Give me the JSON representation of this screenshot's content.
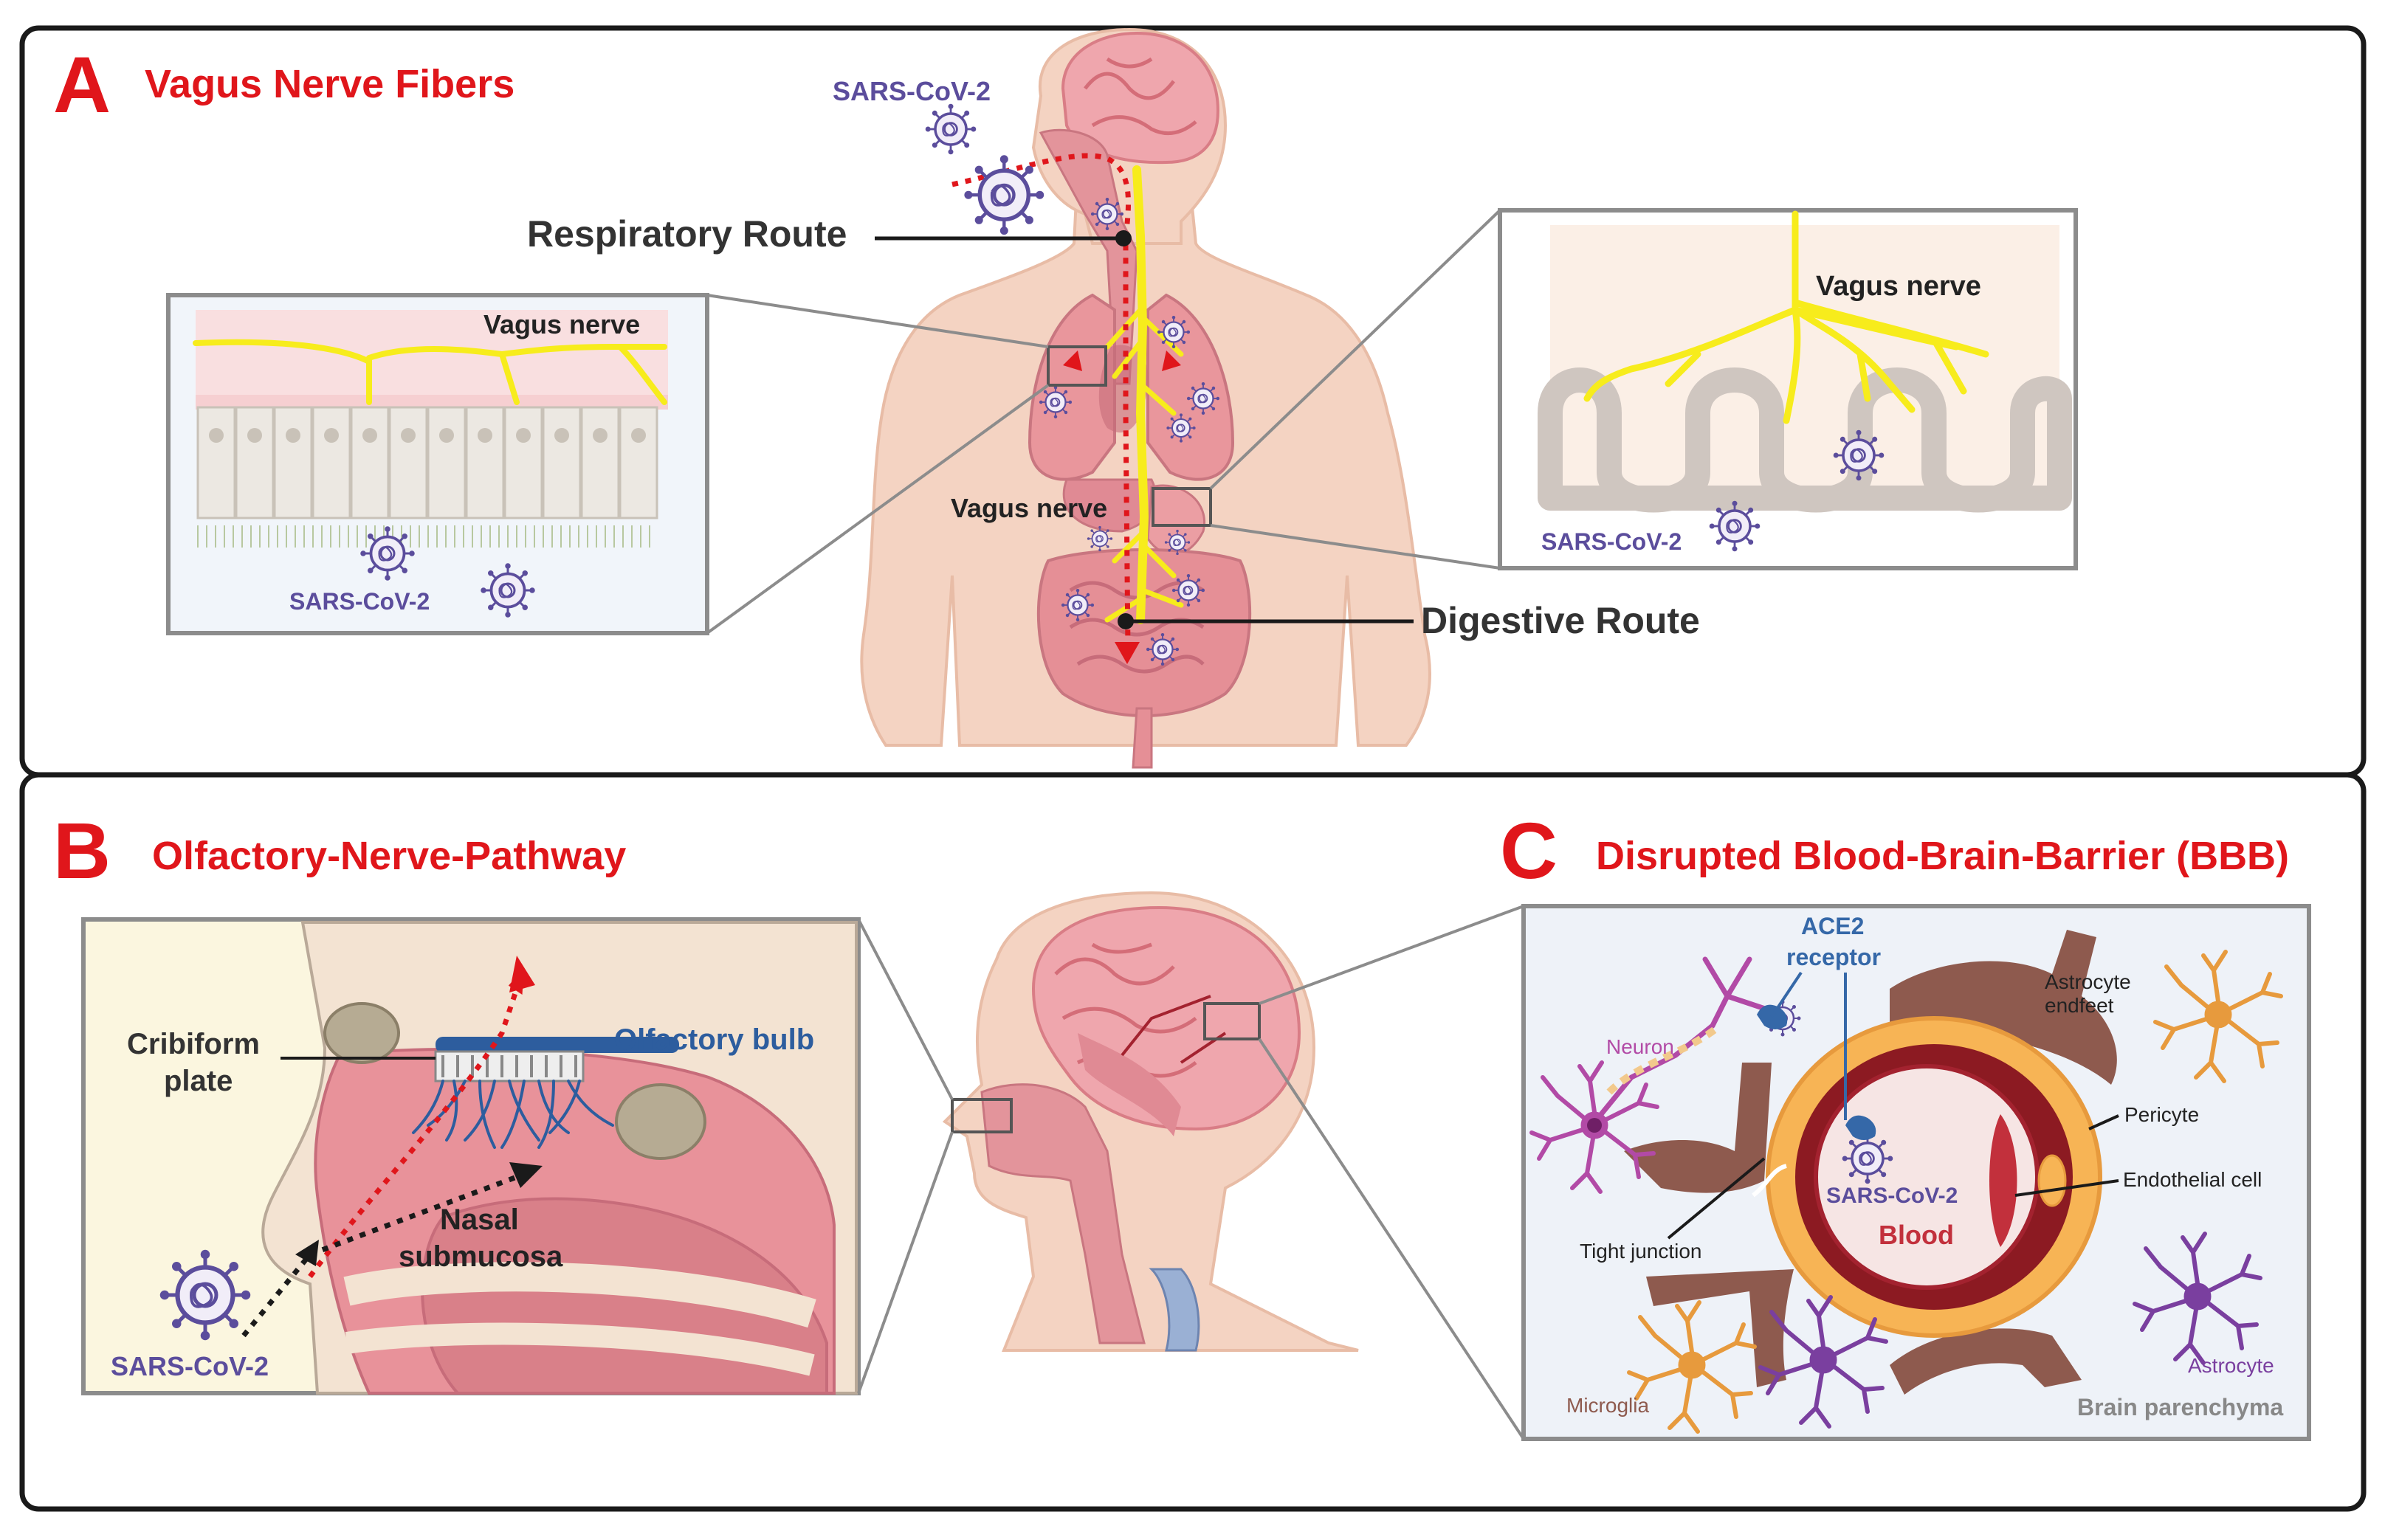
{
  "panels": {
    "a": {
      "letter": "A",
      "title": "Vagus Nerve Fibers",
      "virus_label_top": "SARS-CoV-2",
      "respiratory_route": "Respiratory Route",
      "digestive_route": "Digestive Route",
      "vagus_center": "Vagus nerve",
      "inset_left": {
        "vagus": "Vagus nerve",
        "virus": "SARS-CoV-2"
      },
      "inset_right": {
        "vagus": "Vagus nerve",
        "virus": "SARS-CoV-2"
      }
    },
    "b": {
      "letter": "B",
      "title": "Olfactory-Nerve-Pathway",
      "cribiform_1": "Cribiform",
      "cribiform_2": "plate",
      "olfactory_bulb": "Olfactory bulb",
      "nasal_1": "Nasal",
      "nasal_2": "submucosa",
      "virus": "SARS-CoV-2"
    },
    "c": {
      "letter": "C",
      "title": "Disrupted Blood-Brain-Barrier (BBB)",
      "ace2_1": "ACE2",
      "ace2_2": "receptor",
      "neuron": "Neuron",
      "astrocyte_endfeet_1": "Astrocyte",
      "astrocyte_endfeet_2": "endfeet",
      "pericyte": "Pericyte",
      "endothelial": "Endothelial cell",
      "tight_junction": "Tight junction",
      "virus": "SARS-CoV-2",
      "blood": "Blood",
      "microglia": "Microglia",
      "astrocyte": "Astrocyte",
      "brain_parenchyma": "Brain parenchyma"
    }
  },
  "colors": {
    "title_red": "#e0161b",
    "virus_purple": "#5b4d9c",
    "nerve_yellow": "#f7ec1c",
    "skin": "#f4d3c2",
    "organ_pink": "#e9969c",
    "route_red": "#e0161b",
    "olfactory_blue": "#2d5d9e",
    "ace2_blue": "#3568a8",
    "vessel_dark": "#8c1a22",
    "vessel_orange": "#f7b455",
    "astro_brown": "#8e5a4e",
    "neuron_magenta": "#b24aa6",
    "microglia_orange": "#e79a3d",
    "astrocyte_purple": "#7a3f9f",
    "frame": "#1a1a1a",
    "inset_border": "#8c8c8c"
  }
}
